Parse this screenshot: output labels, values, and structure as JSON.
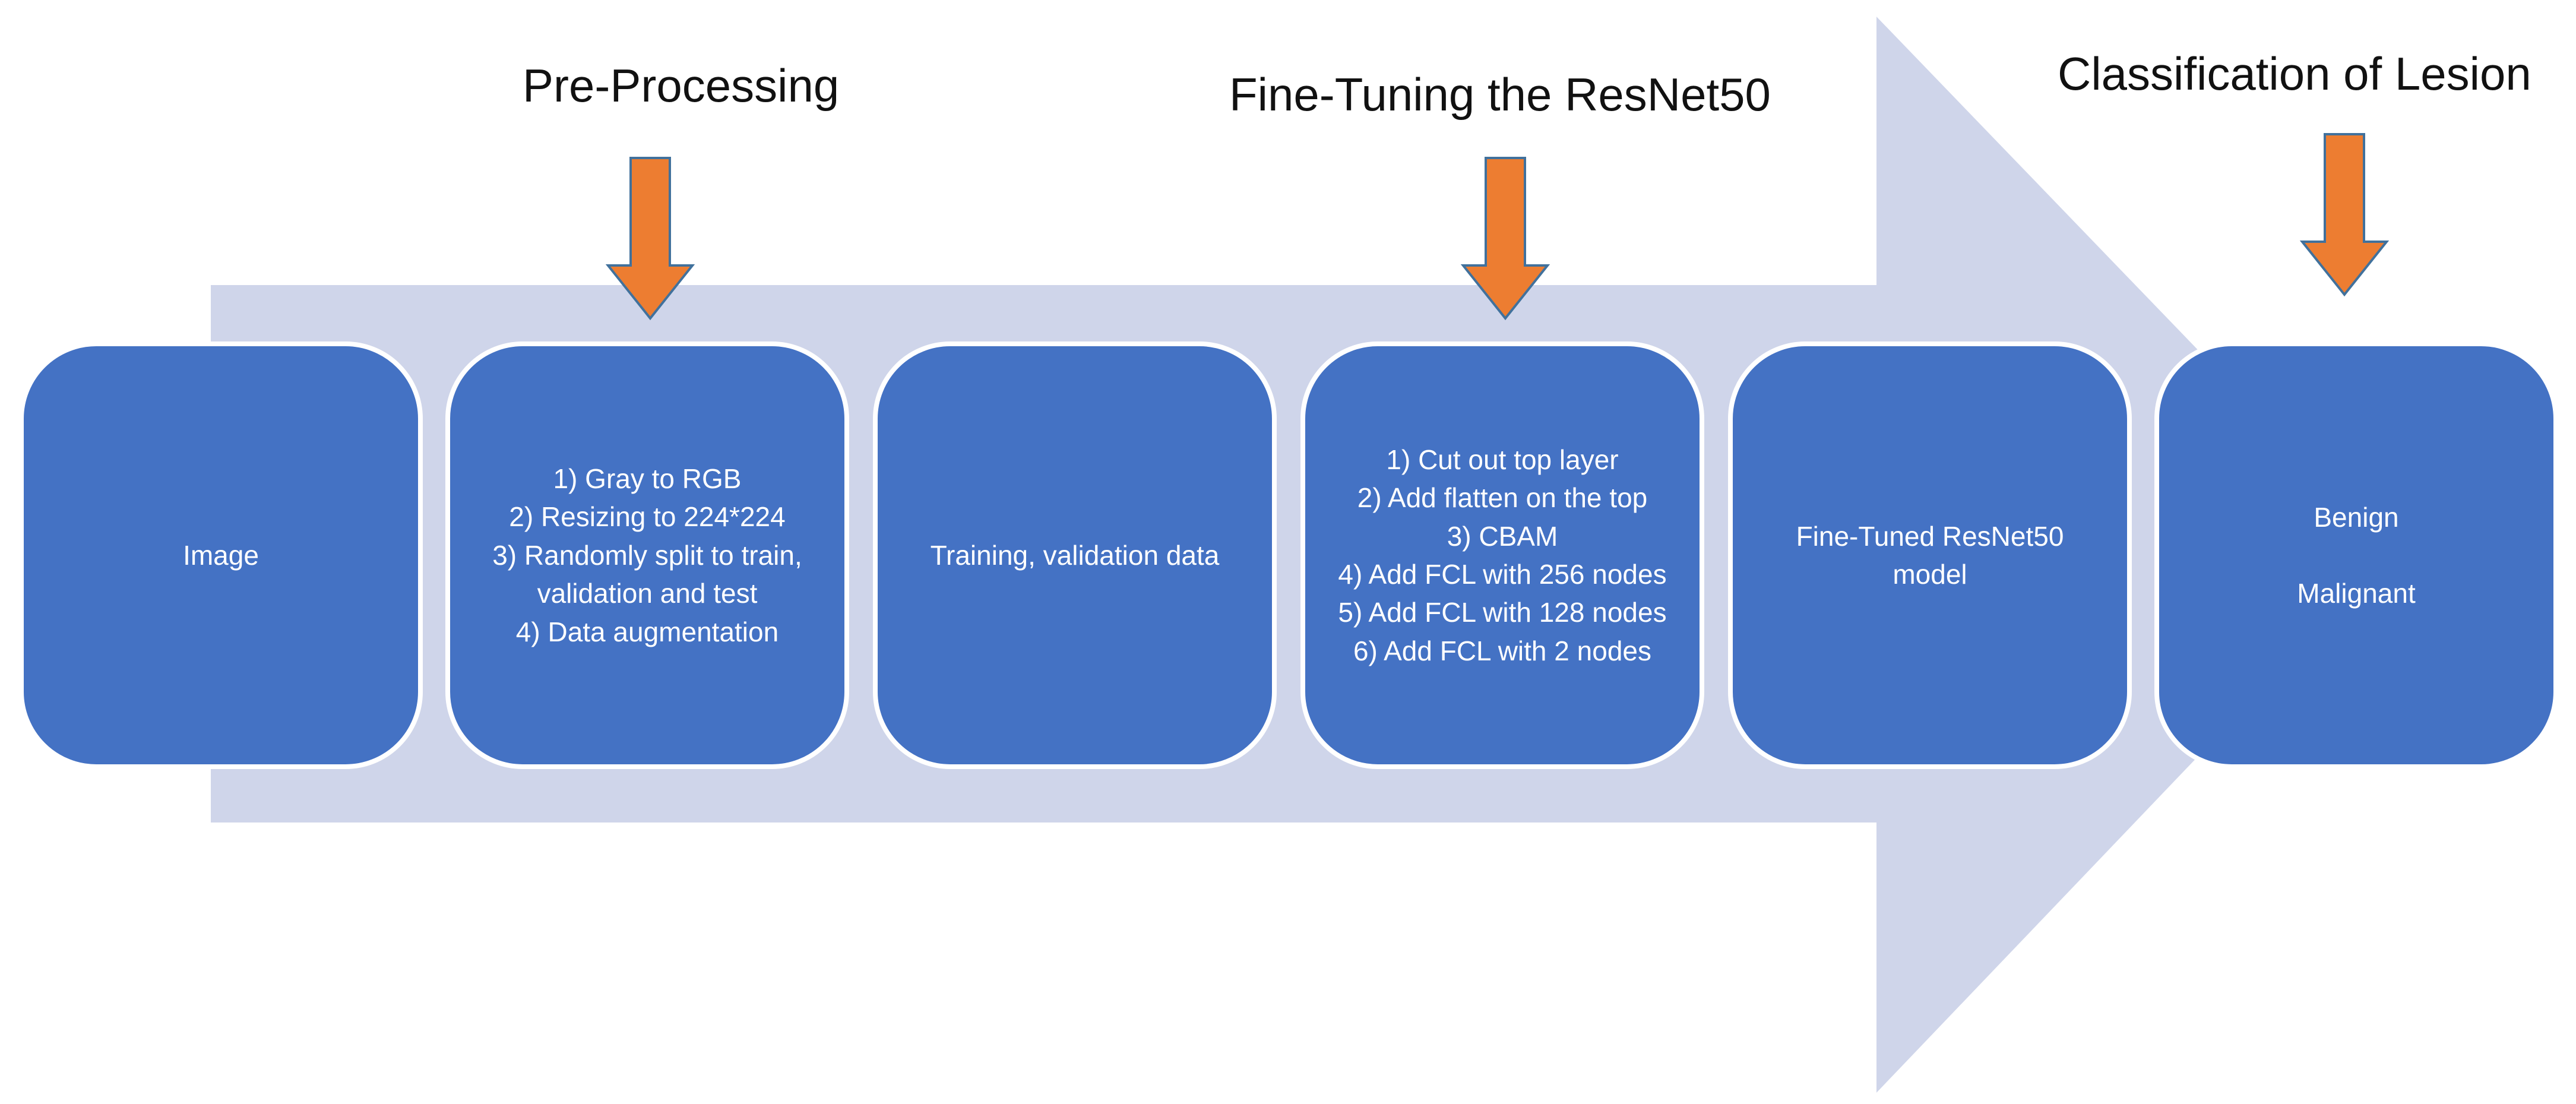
{
  "colors": {
    "big_arrow": "#cfd5ea",
    "box_fill": "#4472c4",
    "box_border": "#ffffff",
    "box_text": "#ffffff",
    "down_arrow_fill": "#ed7d31",
    "down_arrow_stroke": "#41719c",
    "title_text": "#111111"
  },
  "stages": {
    "preprocessing": "Pre-Processing",
    "finetuning": "Fine-Tuning the ResNet50",
    "classification": "Classification of Lesion"
  },
  "boxes": {
    "image": {
      "lines": [
        "Image"
      ]
    },
    "preprocess_steps": {
      "lines": [
        "1) Gray to RGB",
        "2) Resizing to 224*224",
        "3) Randomly split to train,",
        "validation and test",
        "4) Data augmentation"
      ]
    },
    "data": {
      "lines": [
        "Training, validation data"
      ]
    },
    "finetune_steps": {
      "lines": [
        "1) Cut out top layer",
        "2) Add flatten on the top",
        "3) CBAM",
        "4) Add FCL with 256 nodes",
        "5) Add FCL with 128 nodes",
        "6) Add FCL with 2 nodes"
      ]
    },
    "model": {
      "lines": [
        "Fine-Tuned ResNet50",
        "model"
      ]
    },
    "classes": {
      "lines": [
        "Benign",
        "Malignant"
      ]
    }
  }
}
